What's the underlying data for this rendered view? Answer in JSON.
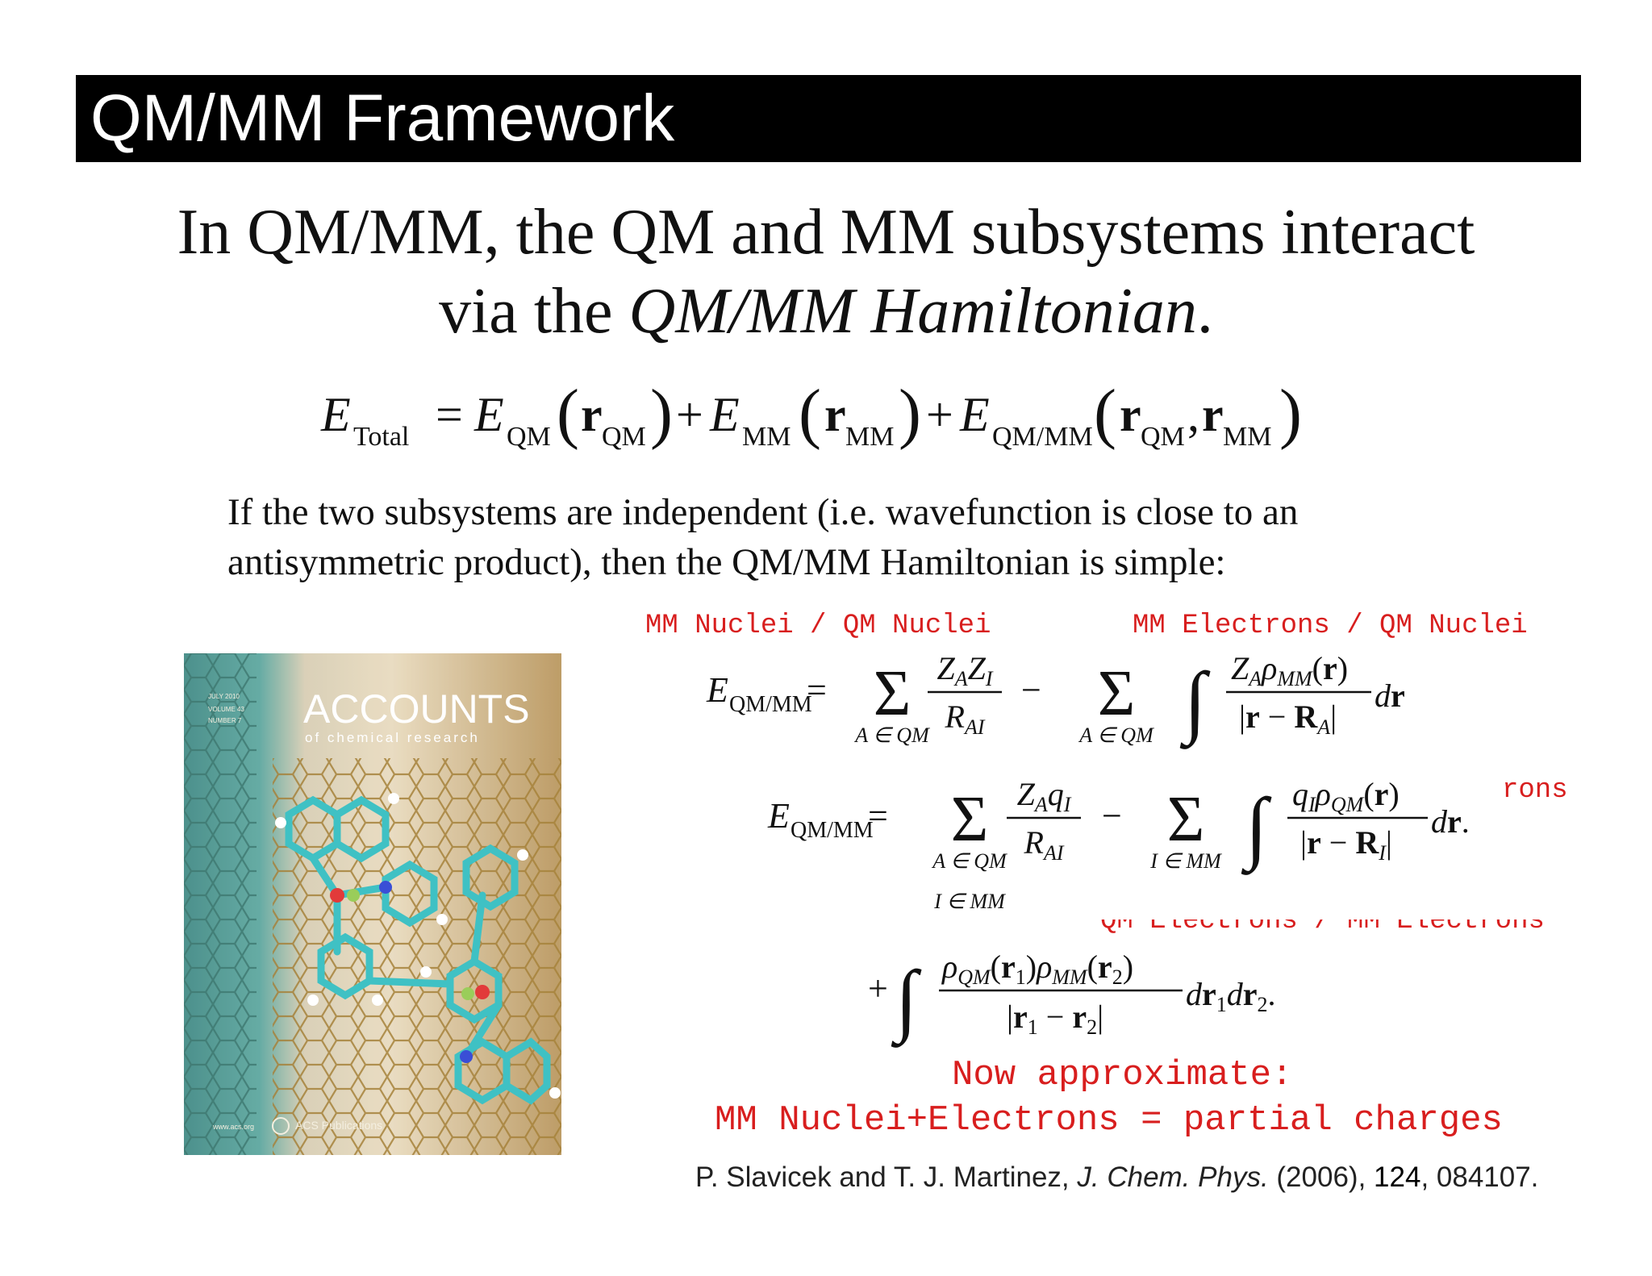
{
  "title": "QM/MM Framework",
  "headline": {
    "line1": "In QM/MM, the QM and MM subsystems interact",
    "line2_prefix": "via the ",
    "line2_italic": "QM/MM Hamiltonian",
    "line2_suffix": "."
  },
  "body": {
    "line1": "If the two subsystems are independent (i.e. wavefunction is close to an",
    "line2": "antisymmetric product), then the QM/MM Hamiltonian is simple:"
  },
  "labels": {
    "mm_nuclei_qm_nuclei": "MM Nuclei / QM Nuclei",
    "mm_electrons_qm_nuclei": "MM Electrons / QM Nuclei",
    "rons": "rons",
    "qm_electrons_mm_electrons": "QM Electrons / MM Electrons",
    "now_approximate": "Now approximate:",
    "partial_charges": "MM Nuclei+Electrons = partial charges"
  },
  "citation": {
    "authors": "P. Slavicek and T. J. Martinez, ",
    "journal": "J. Chem. Phys.",
    "year": " (2006), ",
    "volume": "124",
    "pages": ", 084107."
  },
  "cover": {
    "journal_name": "ACCOUNTS",
    "journal_sub": "of chemical research",
    "date": "JULY 2010",
    "volume": "VOLUME 43",
    "number": "NUMBER 7",
    "publisher": "ACS Publications",
    "website": "www.acs.org"
  },
  "colors": {
    "title_bar": "#000000",
    "title_text": "#ffffff",
    "annotation_red": "#d81e1e",
    "body_text": "#111111"
  }
}
